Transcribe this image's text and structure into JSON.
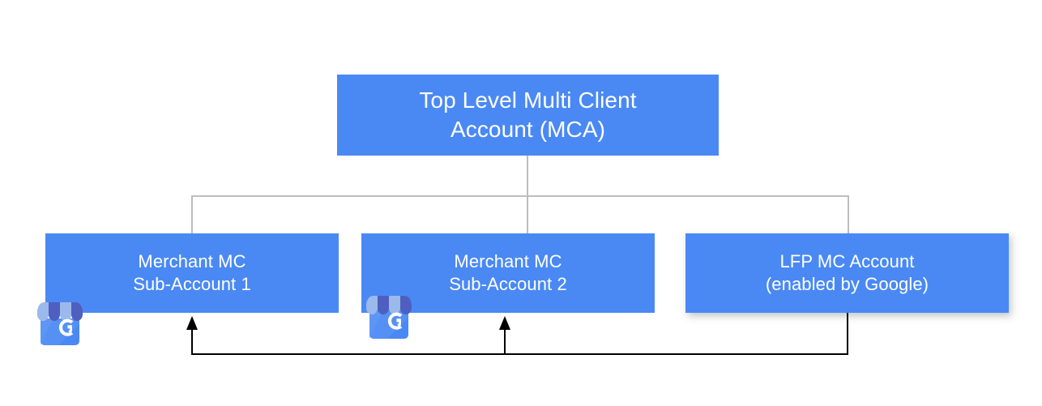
{
  "diagram": {
    "title": "Merchant Center account hierarchy",
    "colors": {
      "node_blue": "#4a89f4",
      "node_text": "#ffffff",
      "hierarchy_line": "#bdbdbd",
      "feedback_line": "#000000",
      "canvas": "#ffffff",
      "icon_awning_light": "#9cb9ec",
      "icon_awning_dark": "#5c6bc0",
      "icon_body": "#4a89f4"
    },
    "nodes": {
      "root": {
        "line1": "Top Level Multi Client",
        "line2": "Account (MCA)"
      },
      "sub1": {
        "line1": "Merchant MC",
        "line2": "Sub-Account 1"
      },
      "sub2": {
        "line1": "Merchant MC",
        "line2": "Sub-Account 2"
      },
      "lfp": {
        "line1": "LFP MC Account",
        "line2": "(enabled by Google)"
      }
    },
    "icons": {
      "gmb_letter": "G",
      "gmb_name": "google-business-profile-storefront-icon"
    },
    "connectors": {
      "hierarchy_label": "parent-to-child hierarchy connector",
      "feedback_label": "LFP account feeds back into merchant sub-accounts"
    }
  }
}
